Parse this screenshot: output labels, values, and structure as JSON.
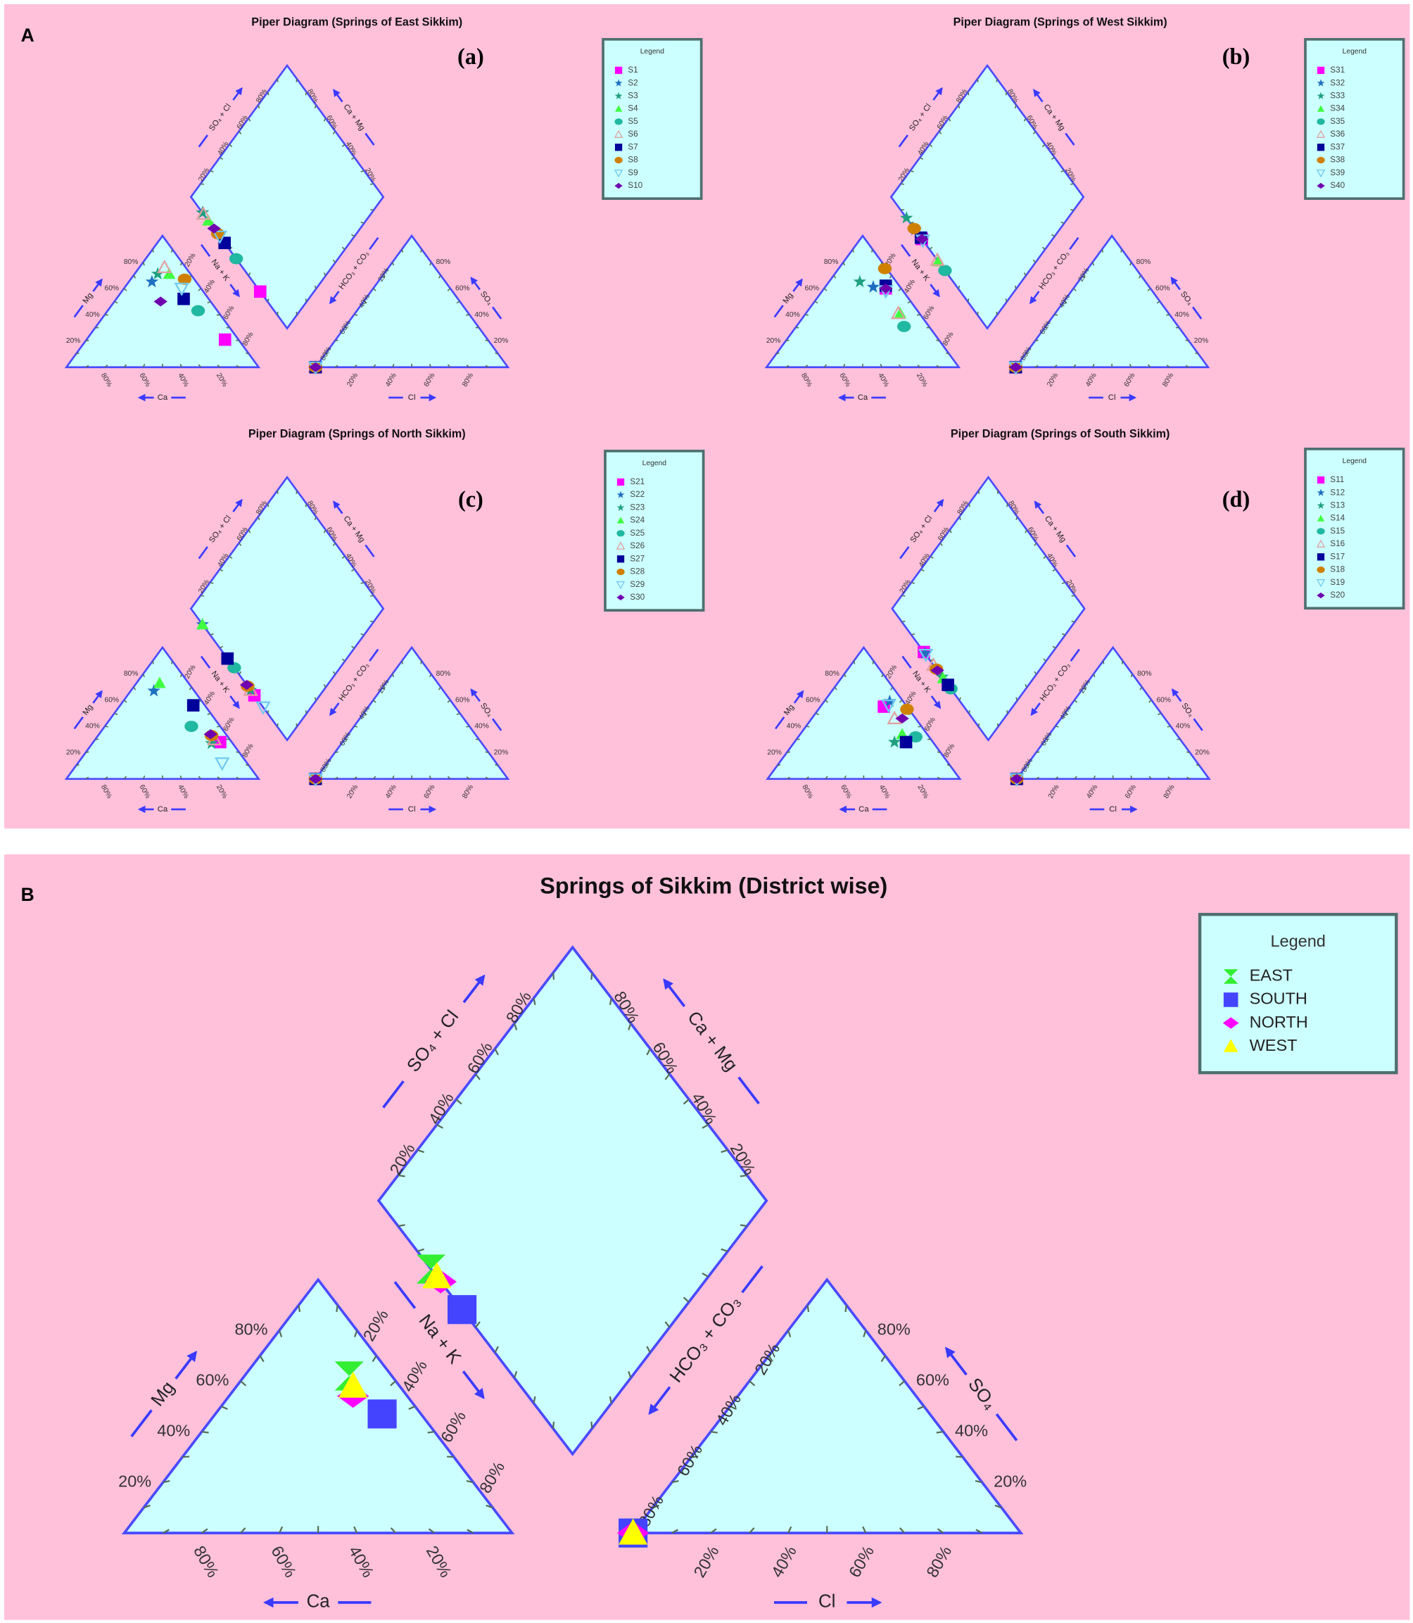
{
  "figure": {
    "label_A": "A",
    "label_B": "B"
  },
  "colors": {
    "panel_background": "#ffc0da",
    "plot_fill": "#ccffff",
    "plot_outline": "#4a4aff",
    "arrow": "#3a3aff",
    "legend_border": "#4f6f6f"
  },
  "chart_data": [
    {
      "type": "piper",
      "panel": "(a)",
      "title": "Piper Diagram (Springs of East Sikkim)",
      "legend_title": "Legend",
      "legend_placement": "top-right",
      "tick_labels": [
        "20%",
        "40%",
        "60%",
        "80%"
      ],
      "axis_labels": {
        "Mg": "Mg",
        "Ca": "Ca",
        "NaK": "Na + K",
        "HCO3": "HCO₃ + CO₃",
        "Cl": "Cl",
        "SO4": "SO₄",
        "SO4Cl": "SO₄ + Cl",
        "CaMg": "Ca + Mg"
      },
      "samples": [
        {
          "name": "S1",
          "marker": "square",
          "color": "#ff00ff",
          "cations": {
            "Ca": 7,
            "Mg": 21,
            "NaK": 72
          },
          "anions": {
            "HCO3": 100,
            "SO4": 0,
            "Cl": 0
          }
        },
        {
          "name": "S2",
          "marker": "star",
          "color": "#1f6fc0",
          "cations": {
            "Ca": 23,
            "Mg": 65,
            "NaK": 12
          },
          "anions": {
            "HCO3": 100,
            "SO4": 0,
            "Cl": 0
          }
        },
        {
          "name": "S3",
          "marker": "star",
          "color": "#20a080",
          "cations": {
            "Ca": 17,
            "Mg": 71,
            "NaK": 12
          },
          "anions": {
            "HCO3": 100,
            "SO4": 0,
            "Cl": 0
          }
        },
        {
          "name": "S4",
          "marker": "triangle",
          "color": "#40ff40",
          "cations": {
            "Ca": 11,
            "Mg": 71,
            "NaK": 18
          },
          "anions": {
            "HCO3": 100,
            "SO4": 0,
            "Cl": 0
          }
        },
        {
          "name": "S5",
          "marker": "circle",
          "color": "#20b8a0",
          "cations": {
            "Ca": 10,
            "Mg": 43,
            "NaK": 47
          },
          "anions": {
            "HCO3": 100,
            "SO4": 0,
            "Cl": 0
          }
        },
        {
          "name": "S6",
          "marker": "triangle-open",
          "color": "#e0a0a0",
          "cations": {
            "Ca": 11,
            "Mg": 76,
            "NaK": 13
          },
          "anions": {
            "HCO3": 100,
            "SO4": 0,
            "Cl": 0
          }
        },
        {
          "name": "S7",
          "marker": "square",
          "color": "#00009a",
          "cations": {
            "Ca": 13,
            "Mg": 52,
            "NaK": 35
          },
          "anions": {
            "HCO3": 100,
            "SO4": 0,
            "Cl": 0
          }
        },
        {
          "name": "S8",
          "marker": "circle",
          "color": "#d08000",
          "cations": {
            "Ca": 5,
            "Mg": 67,
            "NaK": 28
          },
          "anions": {
            "HCO3": 100,
            "SO4": 0,
            "Cl": 0
          }
        },
        {
          "name": "S9",
          "marker": "triangle-down-open",
          "color": "#70c8f0",
          "cations": {
            "Ca": 10,
            "Mg": 60,
            "NaK": 30
          },
          "anions": {
            "HCO3": 100,
            "SO4": 0,
            "Cl": 0
          }
        },
        {
          "name": "S10",
          "marker": "diamond",
          "color": "#7000b0",
          "cations": {
            "Ca": 26,
            "Mg": 50,
            "NaK": 24
          },
          "anions": {
            "HCO3": 100,
            "SO4": 0,
            "Cl": 0
          }
        }
      ]
    },
    {
      "type": "piper",
      "panel": "(b)",
      "title": "Piper Diagram (Springs of West Sikkim)",
      "legend_title": "Legend",
      "legend_placement": "top-right",
      "tick_labels": [
        "20%",
        "40%",
        "60%",
        "80%"
      ],
      "axis_labels": {
        "Mg": "Mg",
        "Ca": "Ca",
        "NaK": "Na + K",
        "HCO3": "HCO₃ + CO₃",
        "Cl": "Cl",
        "SO4": "SO₄",
        "SO4Cl": "SO₄ + Cl",
        "CaMg": "Ca + Mg"
      },
      "samples": [
        {
          "name": "S31",
          "marker": "square",
          "color": "#ff00ff",
          "cations": {
            "Ca": 8,
            "Mg": 60,
            "NaK": 32
          },
          "anions": {
            "HCO3": 100,
            "SO4": 0,
            "Cl": 0
          }
        },
        {
          "name": "S32",
          "marker": "star",
          "color": "#1f6fc0",
          "cations": {
            "Ca": 14,
            "Mg": 61,
            "NaK": 25
          },
          "anions": {
            "HCO3": 100,
            "SO4": 0,
            "Cl": 0
          }
        },
        {
          "name": "S33",
          "marker": "star",
          "color": "#20a080",
          "cations": {
            "Ca": 19,
            "Mg": 65,
            "NaK": 16
          },
          "anions": {
            "HCO3": 100,
            "SO4": 0,
            "Cl": 0
          }
        },
        {
          "name": "S34",
          "marker": "triangle",
          "color": "#40ff40",
          "cations": {
            "Ca": 10,
            "Mg": 41,
            "NaK": 49
          },
          "anions": {
            "HCO3": 100,
            "SO4": 0,
            "Cl": 0
          }
        },
        {
          "name": "S35",
          "marker": "circle",
          "color": "#20b8a0",
          "cations": {
            "Ca": 13,
            "Mg": 31,
            "NaK": 56
          },
          "anions": {
            "HCO3": 100,
            "SO4": 0,
            "Cl": 0
          }
        },
        {
          "name": "S36",
          "marker": "triangle-open",
          "color": "#e0a0a0",
          "cations": {
            "Ca": 11,
            "Mg": 41,
            "NaK": 48
          },
          "anions": {
            "HCO3": 100,
            "SO4": 0,
            "Cl": 0
          }
        },
        {
          "name": "S37",
          "marker": "square",
          "color": "#00009a",
          "cations": {
            "Ca": 7,
            "Mg": 62,
            "NaK": 31
          },
          "anions": {
            "HCO3": 100,
            "SO4": 0,
            "Cl": 0
          }
        },
        {
          "name": "S38",
          "marker": "circle",
          "color": "#d08000",
          "cations": {
            "Ca": 1,
            "Mg": 75,
            "NaK": 24
          },
          "anions": {
            "HCO3": 100,
            "SO4": 0,
            "Cl": 0
          }
        },
        {
          "name": "S39",
          "marker": "triangle-down-open",
          "color": "#70c8f0",
          "cations": {
            "Ca": 9,
            "Mg": 58,
            "NaK": 33
          },
          "anions": {
            "HCO3": 100,
            "SO4": 0,
            "Cl": 0
          }
        },
        {
          "name": "S40",
          "marker": "diamond",
          "color": "#7000b0",
          "cations": {
            "Ca": 8,
            "Mg": 60,
            "NaK": 32
          },
          "anions": {
            "HCO3": 100,
            "SO4": 0,
            "Cl": 0
          }
        }
      ]
    },
    {
      "type": "piper",
      "panel": "(c)",
      "title": "Piper Diagram (Springs of North Sikkim)",
      "legend_title": "Legend",
      "legend_placement": "top-right",
      "tick_labels": [
        "20%",
        "40%",
        "60%",
        "80%"
      ],
      "axis_labels": {
        "Mg": "Mg",
        "Ca": "Ca",
        "NaK": "Na + K",
        "HCO3": "HCO₃ + CO₃",
        "Cl": "Cl",
        "SO4": "SO₄",
        "SO4Cl": "SO₄ + Cl",
        "CaMg": "Ca + Mg"
      },
      "samples": [
        {
          "name": "S21",
          "marker": "square",
          "color": "#ff00ff",
          "cations": {
            "Ca": 6,
            "Mg": 28,
            "NaK": 66
          },
          "anions": {
            "HCO3": 100,
            "SO4": 0,
            "Cl": 0
          }
        },
        {
          "name": "S22",
          "marker": "star",
          "color": "#1f6fc0",
          "cations": {
            "Ca": 21,
            "Mg": 67,
            "NaK": 12
          },
          "anions": {
            "HCO3": 100,
            "SO4": 0,
            "Cl": 0
          }
        },
        {
          "name": "S23",
          "marker": "star",
          "color": "#20a080",
          "cations": {
            "Ca": 11,
            "Mg": 27,
            "NaK": 62
          },
          "anions": {
            "HCO3": 100,
            "SO4": 0,
            "Cl": 0
          }
        },
        {
          "name": "S24",
          "marker": "triangle",
          "color": "#40ff40",
          "cations": {
            "Ca": 15,
            "Mg": 73,
            "NaK": 12
          },
          "anions": {
            "HCO3": 100,
            "SO4": 0,
            "Cl": 0
          }
        },
        {
          "name": "S25",
          "marker": "circle",
          "color": "#20b8a0",
          "cations": {
            "Ca": 15,
            "Mg": 40,
            "NaK": 45
          },
          "anions": {
            "HCO3": 100,
            "SO4": 0,
            "Cl": 0
          }
        },
        {
          "name": "S26",
          "marker": "triangle-open",
          "color": "#e0a0a0",
          "cations": {
            "Ca": 8,
            "Mg": 30,
            "NaK": 62
          },
          "anions": {
            "HCO3": 100,
            "SO4": 0,
            "Cl": 0
          }
        },
        {
          "name": "S27",
          "marker": "square",
          "color": "#00009a",
          "cations": {
            "Ca": 6,
            "Mg": 56,
            "NaK": 38
          },
          "anions": {
            "HCO3": 100,
            "SO4": 0,
            "Cl": 0
          }
        },
        {
          "name": "S28",
          "marker": "circle",
          "color": "#d08000",
          "cations": {
            "Ca": 8,
            "Mg": 33,
            "NaK": 59
          },
          "anions": {
            "HCO3": 100,
            "SO4": 0,
            "Cl": 0
          }
        },
        {
          "name": "S29",
          "marker": "triangle-down-open",
          "color": "#70c8f0",
          "cations": {
            "Ca": 13,
            "Mg": 12,
            "NaK": 75
          },
          "anions": {
            "HCO3": 100,
            "SO4": 0,
            "Cl": 0
          }
        },
        {
          "name": "S30",
          "marker": "diamond",
          "color": "#7000b0",
          "cations": {
            "Ca": 8,
            "Mg": 34,
            "NaK": 58
          },
          "anions": {
            "HCO3": 100,
            "SO4": 0,
            "Cl": 0
          }
        }
      ]
    },
    {
      "type": "piper",
      "panel": "(d)",
      "title": "Piper Diagram (Springs of South Sikkim)",
      "legend_title": "Legend",
      "legend_placement": "top-right",
      "tick_labels": [
        "20%",
        "40%",
        "60%",
        "80%"
      ],
      "axis_labels": {
        "Mg": "Mg",
        "Ca": "Ca",
        "NaK": "Na + K",
        "HCO3": "HCO₃ + CO₃",
        "Cl": "Cl",
        "SO4": "SO₄",
        "SO4Cl": "SO₄ + Cl",
        "CaMg": "Ca + Mg"
      },
      "samples": [
        {
          "name": "S11",
          "marker": "square",
          "color": "#ff00ff",
          "cations": {
            "Ca": 12,
            "Mg": 55,
            "NaK": 33
          },
          "anions": {
            "HCO3": 100,
            "SO4": 0,
            "Cl": 0
          }
        },
        {
          "name": "S12",
          "marker": "star",
          "color": "#1f6fc0",
          "cations": {
            "Ca": 7,
            "Mg": 59,
            "NaK": 34
          },
          "anions": {
            "HCO3": 100,
            "SO4": 0,
            "Cl": 0
          }
        },
        {
          "name": "S13",
          "marker": "star",
          "color": "#20a080",
          "cations": {
            "Ca": 20,
            "Mg": 28,
            "NaK": 52
          },
          "anions": {
            "HCO3": 100,
            "SO4": 0,
            "Cl": 0
          }
        },
        {
          "name": "S14",
          "marker": "triangle",
          "color": "#40ff40",
          "cations": {
            "Ca": 13,
            "Mg": 34,
            "NaK": 53
          },
          "anions": {
            "HCO3": 100,
            "SO4": 0,
            "Cl": 0
          }
        },
        {
          "name": "S15",
          "marker": "circle",
          "color": "#20b8a0",
          "cations": {
            "Ca": 7,
            "Mg": 32,
            "NaK": 61
          },
          "anions": {
            "HCO3": 100,
            "SO4": 0,
            "Cl": 0
          }
        },
        {
          "name": "S16",
          "marker": "triangle-open",
          "color": "#e0a0a0",
          "cations": {
            "Ca": 11,
            "Mg": 46,
            "NaK": 43
          },
          "anions": {
            "HCO3": 100,
            "SO4": 0,
            "Cl": 0
          }
        },
        {
          "name": "S17",
          "marker": "square",
          "color": "#00009a",
          "cations": {
            "Ca": 14,
            "Mg": 28,
            "NaK": 58
          },
          "anions": {
            "HCO3": 100,
            "SO4": 0,
            "Cl": 0
          }
        },
        {
          "name": "S18",
          "marker": "circle",
          "color": "#d08000",
          "cations": {
            "Ca": 1,
            "Mg": 53,
            "NaK": 46
          },
          "anions": {
            "HCO3": 100,
            "SO4": 0,
            "Cl": 0
          }
        },
        {
          "name": "S19",
          "marker": "triangle-down-open",
          "color": "#70c8f0",
          "cations": {
            "Ca": 9,
            "Mg": 56,
            "NaK": 35
          },
          "anions": {
            "HCO3": 100,
            "SO4": 0,
            "Cl": 0
          }
        },
        {
          "name": "S20",
          "marker": "diamond",
          "color": "#7000b0",
          "cations": {
            "Ca": 7,
            "Mg": 46,
            "NaK": 47
          },
          "anions": {
            "HCO3": 100,
            "SO4": 0,
            "Cl": 0
          }
        }
      ]
    },
    {
      "type": "piper",
      "panel": "",
      "title": "Springs of Sikkim (District wise)",
      "legend_title": "Legend",
      "legend_placement": "top-right",
      "tick_labels": [
        "20%",
        "40%",
        "60%",
        "80%"
      ],
      "axis_labels": {
        "Mg": "Mg",
        "Ca": "Ca",
        "NaK": "Na + K",
        "HCO3": "HCO₃ + CO₃",
        "Cl": "Cl",
        "SO4": "SO₄",
        "SO4Cl": "SO₄ + Cl",
        "CaMg": "Ca + Mg"
      },
      "samples": [
        {
          "name": "EAST",
          "marker": "bowtie",
          "color": "#33ee33",
          "cations": {
            "Ca": 11,
            "Mg": 62,
            "NaK": 27
          },
          "anions": {
            "HCO3": 100,
            "SO4": 0,
            "Cl": 0
          }
        },
        {
          "name": "SOUTH",
          "marker": "square",
          "color": "#4444ff",
          "cations": {
            "Ca": 10,
            "Mg": 47,
            "NaK": 43
          },
          "anions": {
            "HCO3": 100,
            "SO4": 0,
            "Cl": 0
          }
        },
        {
          "name": "NORTH",
          "marker": "diamond",
          "color": "#ff00ff",
          "cations": {
            "Ca": 14,
            "Mg": 54,
            "NaK": 32
          },
          "anions": {
            "HCO3": 100,
            "SO4": 0,
            "Cl": 0
          }
        },
        {
          "name": "WEST",
          "marker": "triangle",
          "color": "#ffff00",
          "cations": {
            "Ca": 12,
            "Mg": 58,
            "NaK": 30
          },
          "anions": {
            "HCO3": 100,
            "SO4": 0,
            "Cl": 0
          }
        }
      ]
    }
  ]
}
